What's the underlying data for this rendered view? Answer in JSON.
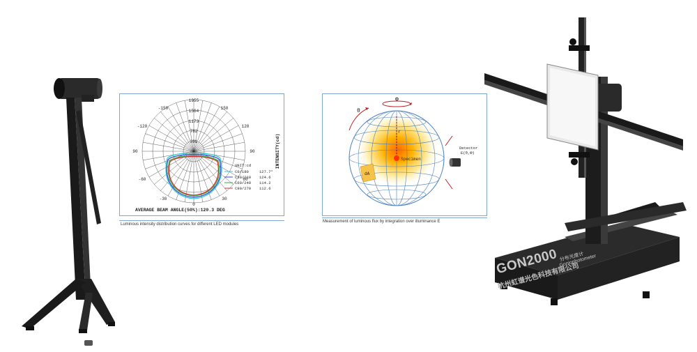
{
  "polar_panel": {
    "radial_labels": [
      "1955",
      "1564",
      "1173",
      "782",
      "391",
      "0"
    ],
    "angle_labels": {
      "top_left": "-150",
      "top_right": "150",
      "left_upper": "-120",
      "right_upper": "120",
      "left_mid": "90",
      "right_mid": "90",
      "left_lower": "-60",
      "right_lower": "60",
      "bottom_left": "-30",
      "bottom_right": "30",
      "bottom": "0"
    },
    "axis_label": "INTENSITY(cd)",
    "unit_label": "UNIT:cd",
    "legend": [
      {
        "label": "C0/180",
        "value": "127.7°",
        "color": "#33cccc"
      },
      {
        "label": "C30/210",
        "value": "124.6",
        "color": "#3344dd"
      },
      {
        "label": "C60/240",
        "value": "114.2",
        "color": "#33aa33"
      },
      {
        "label": "C90/270",
        "value": "112.6",
        "color": "#dd3333"
      }
    ],
    "beam_angle": "AVERAGE BEAM ANGLE(50%):120.3 DEG",
    "caption": "Luminous intensity distribution curves for different LED modules"
  },
  "sphere_panel": {
    "phi_label": "Φ",
    "theta_label": "θ",
    "r_label": "r",
    "specimen_label": "Specimen",
    "da_label": "dA",
    "detector_label": "Detector",
    "detector_coord": "E(θ,Φ)",
    "caption": "Measurement of luminous flux by integration over illuminance E"
  },
  "gonio": {
    "model": "GON2000",
    "chinese_name": "分布光度计",
    "english_name": "Goniophotometer",
    "company": "杭州虹谱光色科技有限公司"
  },
  "colors": {
    "panel_border": "#7ea7cf",
    "frame_black": "#1a1a1a"
  }
}
